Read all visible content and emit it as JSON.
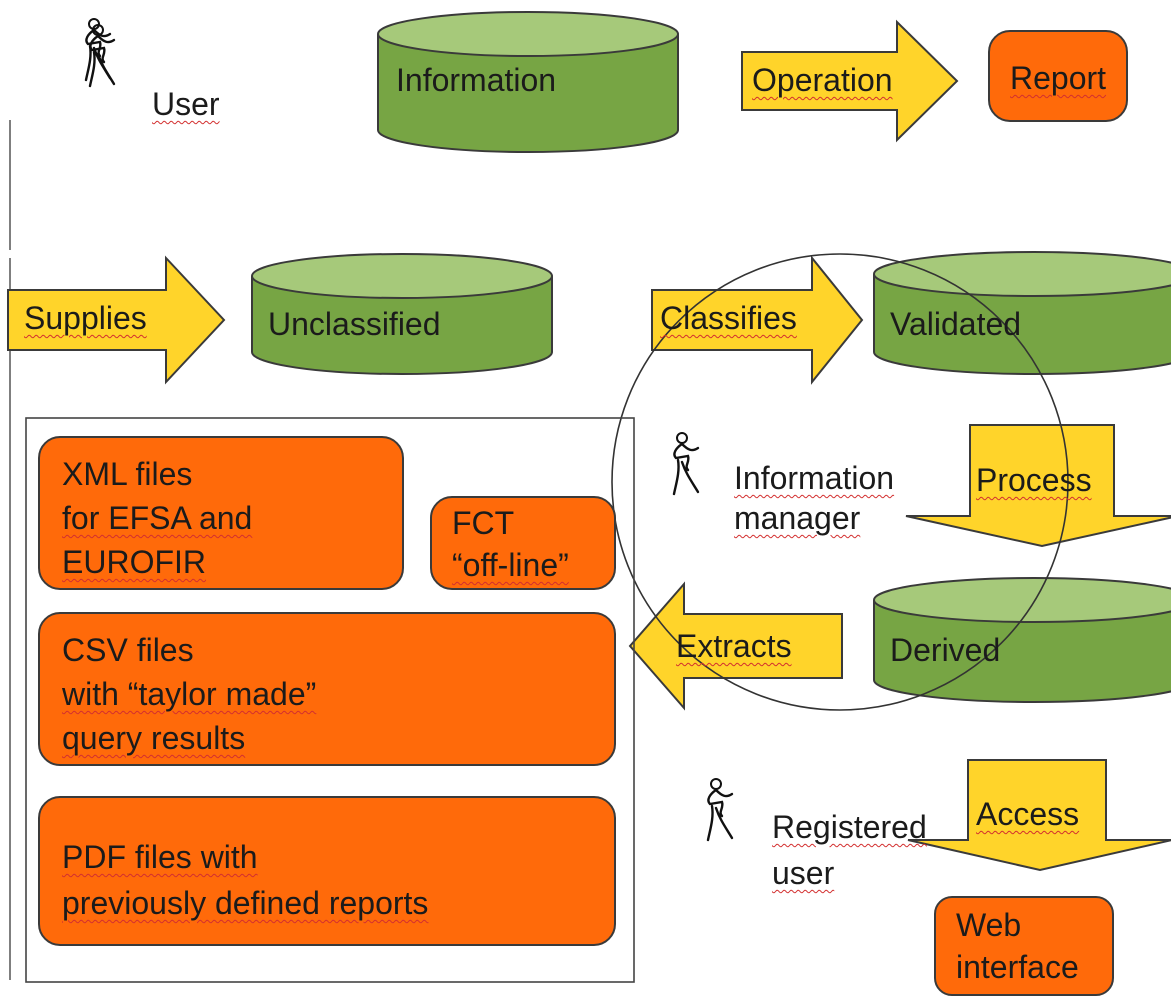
{
  "legend": {
    "user": "User",
    "information": "Information",
    "operation": "Operation",
    "report": "Report"
  },
  "flow": {
    "supplies": "Supplies",
    "unclassified": "Unclassified",
    "classifies": "Classifies",
    "validated": "Validated",
    "process": "Process",
    "derived": "Derived",
    "extracts": "Extracts",
    "access": "Access"
  },
  "actors": {
    "info_manager": [
      "Information",
      "manager"
    ],
    "registered_user": [
      "Registered",
      "user"
    ]
  },
  "reports": {
    "xml": [
      "XML files",
      "for EFSA and",
      "EUROFIR"
    ],
    "fct": [
      "FCT",
      "“off-line”"
    ],
    "csv": [
      "CSV files",
      "with “taylor made”",
      "query results"
    ],
    "pdf": [
      "PDF files with",
      "previously defined reports"
    ],
    "web": [
      "Web",
      "interface"
    ]
  },
  "colors": {
    "cylinder_fill": "#77a544",
    "cylinder_top": "#a6c97a",
    "arrow_fill": "#ffd42a",
    "box_fill": "#ff6a0a",
    "outline": "#3a3a3a"
  },
  "icons": {
    "actor": "stick-figure-icon"
  }
}
